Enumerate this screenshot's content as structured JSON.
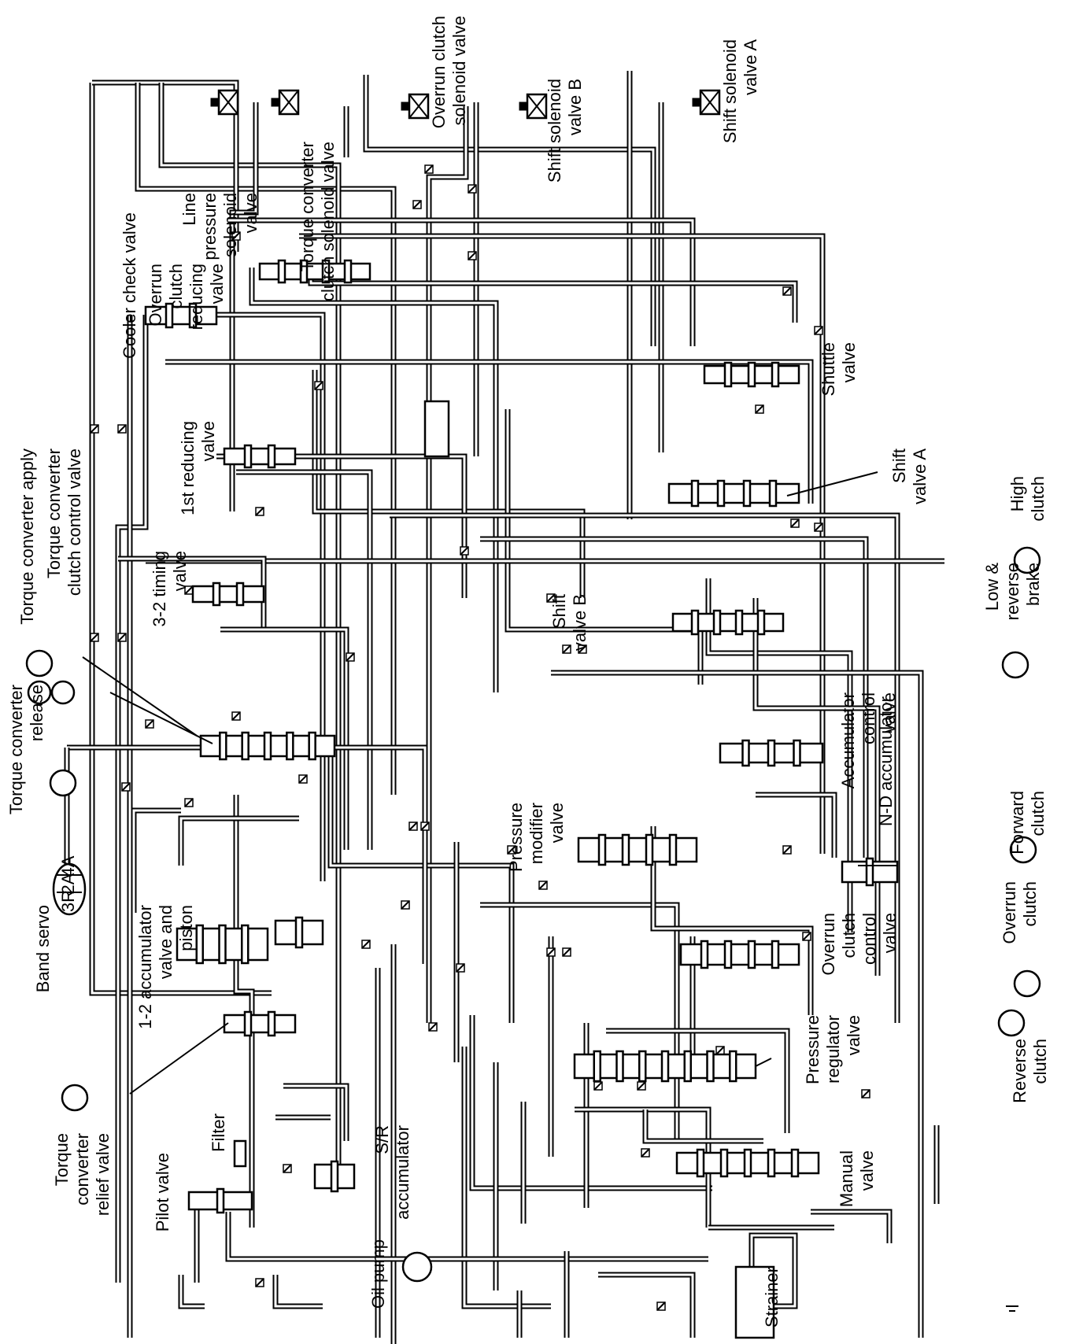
{
  "labels": {
    "line_pressure_solenoid": [
      "Line",
      "pressure",
      "solenoid",
      "valve"
    ],
    "tcc_solenoid": [
      "Torque converter",
      "clutch solenoid valve"
    ],
    "overrun_clutch_solenoid": [
      "Overrun clutch",
      "solenoid valve"
    ],
    "shift_solenoid_b": [
      "Shift solenoid",
      "valve B"
    ],
    "shift_solenoid_a": [
      "Shift solenoid",
      "valve A"
    ],
    "cooler_check": [
      "Cooler check valve"
    ],
    "overrun_clutch_reducing": [
      "Overrun",
      "clutch",
      "reducing",
      "valve"
    ],
    "first_reducing": [
      "1st reducing",
      "valve"
    ],
    "shuttle": [
      "Shuttle",
      "valve"
    ],
    "shift_valve_a": [
      "Shift",
      "valve A"
    ],
    "tc_apply": [
      "Torque converter apply"
    ],
    "tcc_control": [
      "Torque converter",
      "clutch control valve"
    ],
    "timing_32": [
      "3-2 timing",
      "valve"
    ],
    "high_clutch": [
      "High",
      "clutch"
    ],
    "low_reverse": [
      "Low &",
      "reverse",
      "brake"
    ],
    "shift_valve_b": [
      "Shift",
      "valve B"
    ],
    "accumulator_control": [
      "Accumulator",
      "control",
      "valve"
    ],
    "tc_release": [
      "Torque converter",
      "release"
    ],
    "nd_accumulator": [
      "N-D accumulator"
    ],
    "forward_clutch": [
      "Forward",
      "clutch"
    ],
    "pressure_modifier": [
      "Pressure",
      "modifier",
      "valve"
    ],
    "band_servo": [
      "Band servo"
    ],
    "servo_ports": [
      "3R",
      "2A",
      "4A"
    ],
    "overrun_clutch": [
      "Overrun",
      "clutch"
    ],
    "overrun_control": [
      "Overrun",
      "clutch",
      "control",
      "valve"
    ],
    "accumulator_12": [
      "1-2 accumulator",
      "valve and",
      "piston"
    ],
    "pressure_regulator": [
      "Pressure",
      "regulator",
      "valve"
    ],
    "reverse_clutch": [
      "Reverse",
      "clutch"
    ],
    "tc_relief": [
      "Torque",
      "converter",
      "relief valve"
    ],
    "filter": [
      "Filter"
    ],
    "sr_accumulator": [
      "S/R",
      "accumulator"
    ],
    "pilot": [
      "Pilot valve"
    ],
    "manual": [
      "Manual",
      "valve"
    ],
    "oil_pump": [
      "Oil pump"
    ],
    "strainer": [
      "Strainer"
    ]
  }
}
